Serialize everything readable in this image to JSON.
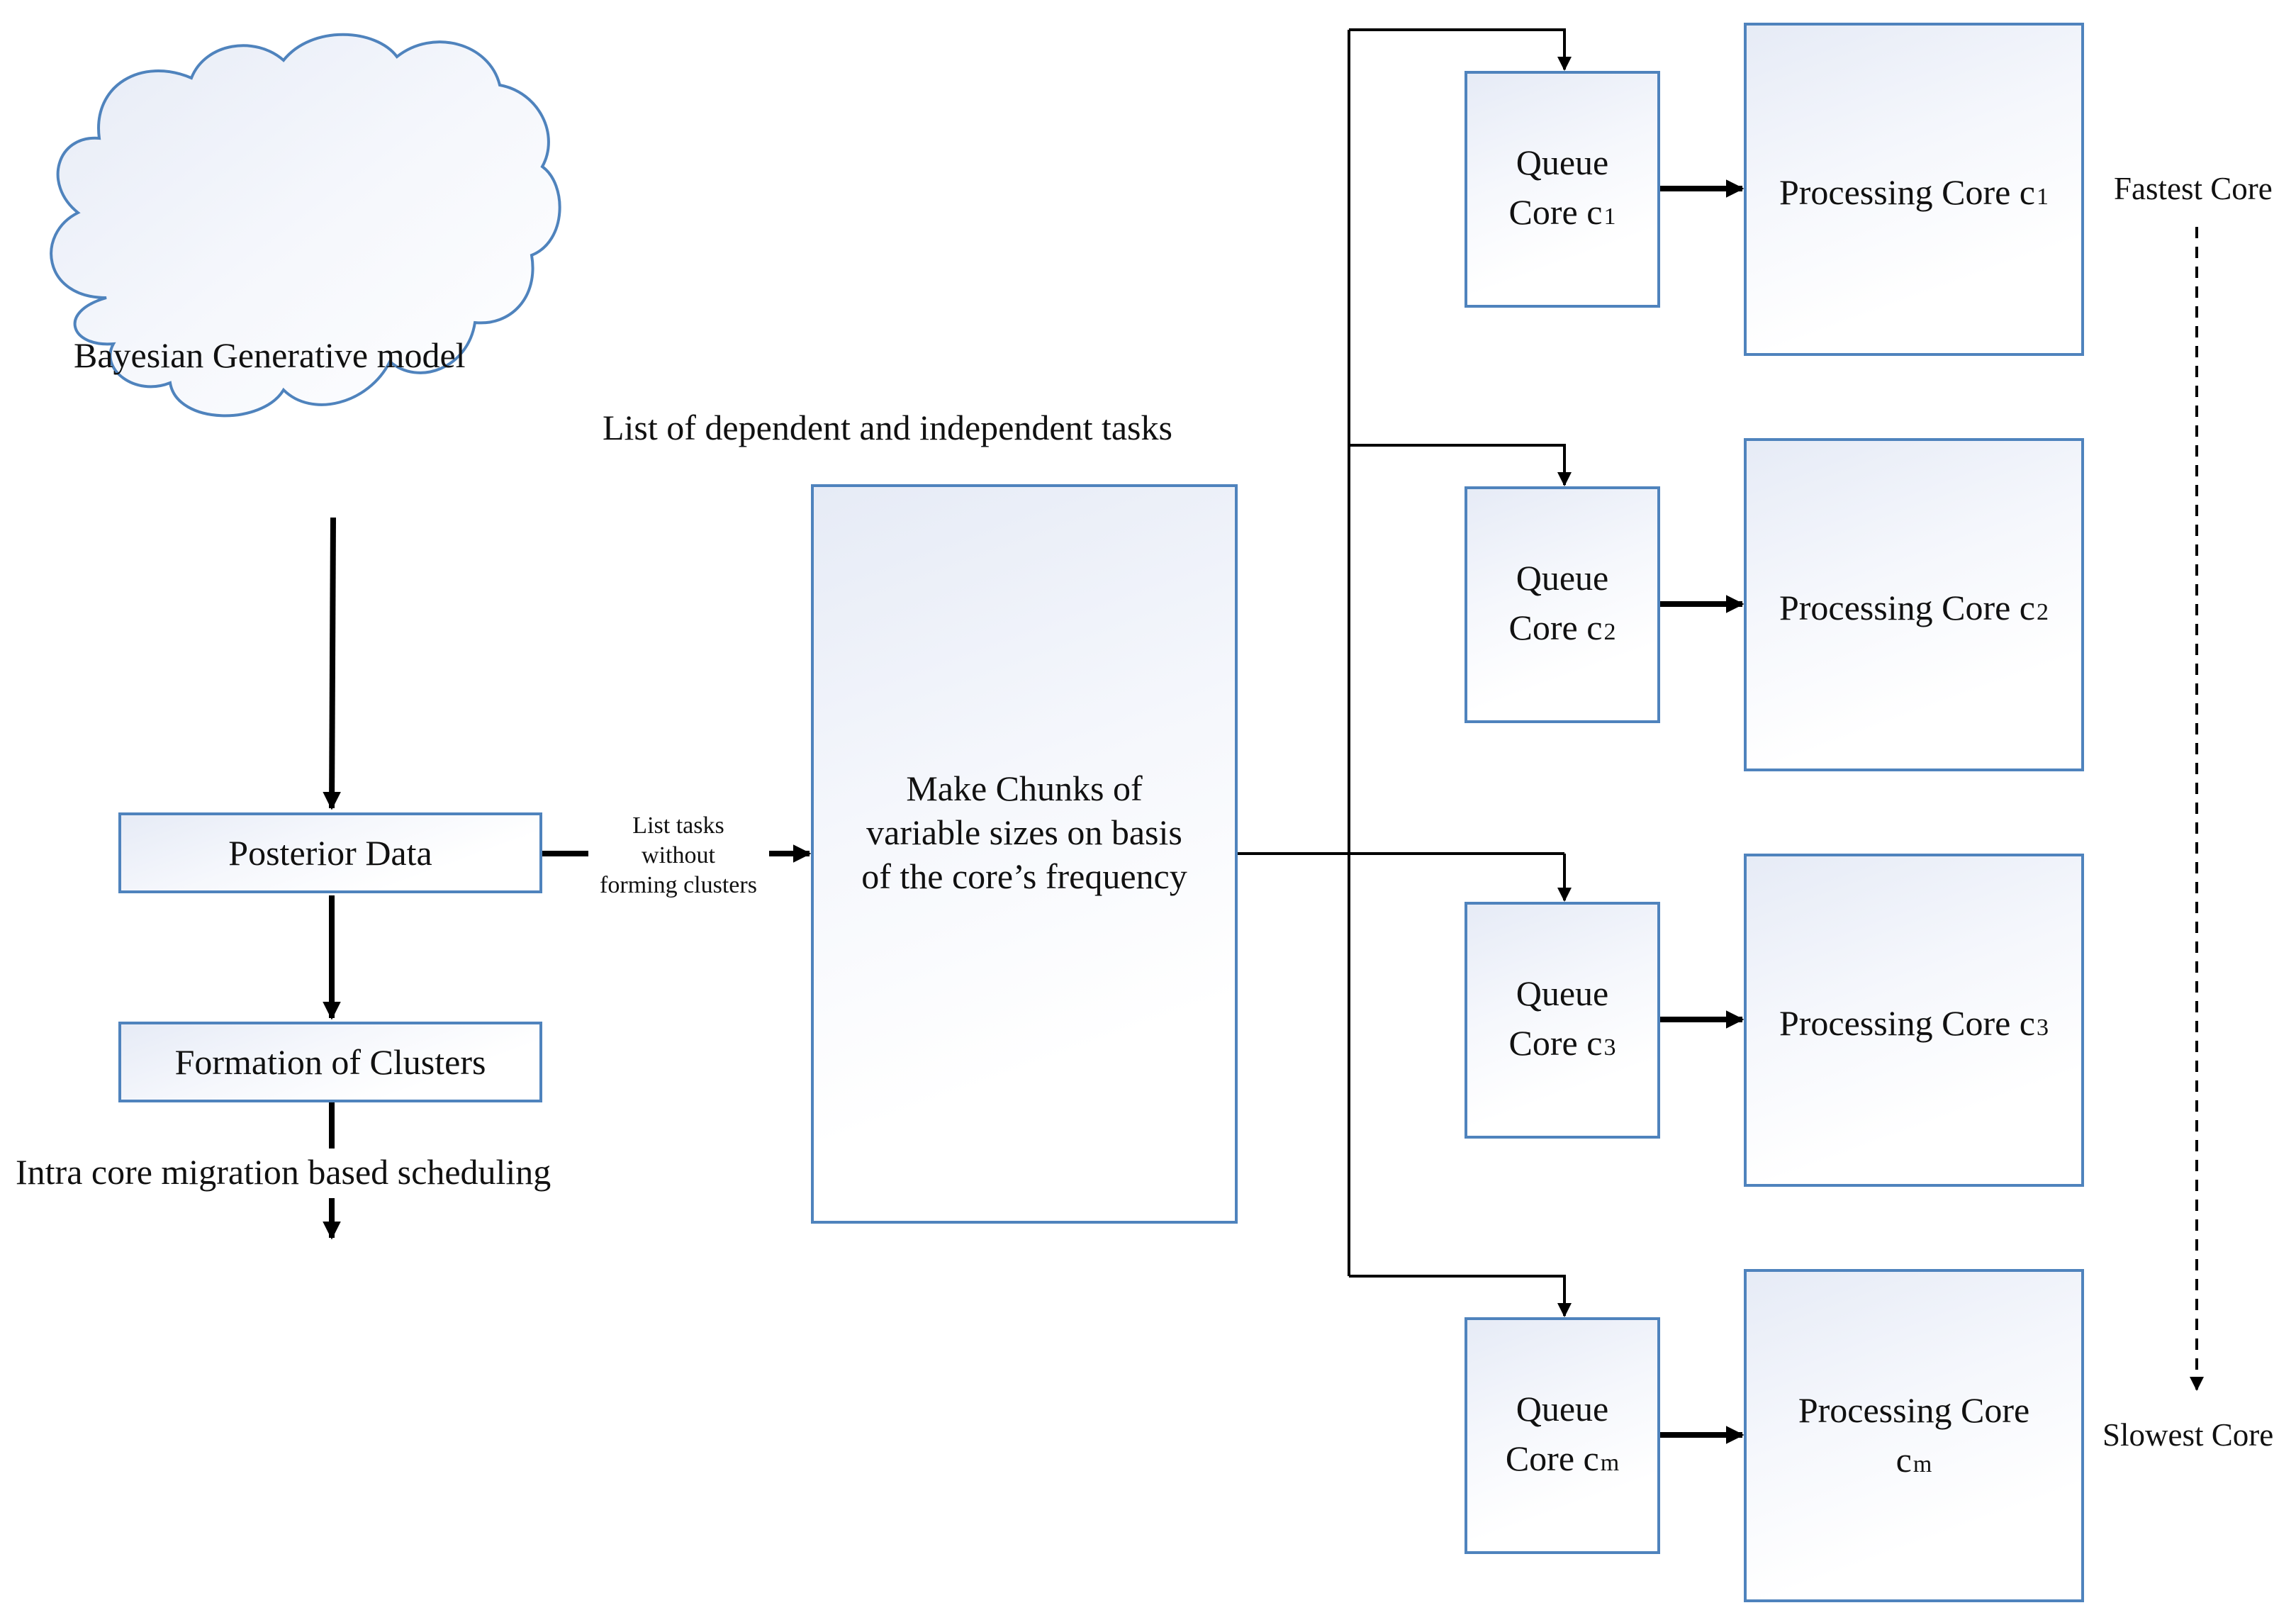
{
  "cloud": {
    "label": "Bayesian Generative model"
  },
  "posterior": {
    "label": "Posterior Data"
  },
  "clusters": {
    "label": "Formation of Clusters"
  },
  "intra_core": {
    "label": "Intra core migration based scheduling"
  },
  "task_list": {
    "label": "List of dependent and independent tasks"
  },
  "edge_label": {
    "line1": "List tasks",
    "line2": "without",
    "line3": "forming clusters"
  },
  "chunks": {
    "line1": "Make Chunks of",
    "line2": "variable sizes on basis",
    "line3": "of the core’s frequency"
  },
  "queues": [
    {
      "line1": "Queue",
      "line2": "Core c",
      "sub": "1"
    },
    {
      "line1": "Queue",
      "line2": "Core c",
      "sub": "2"
    },
    {
      "line1": "Queue",
      "line2": "Core c",
      "sub": "3"
    },
    {
      "line1": "Queue",
      "line2": "Core c",
      "sub": "m"
    }
  ],
  "processors": [
    {
      "label": "Processing Core c",
      "sub": "1"
    },
    {
      "label": "Processing Core c",
      "sub": "2"
    },
    {
      "label": "Processing Core c",
      "sub": "3"
    },
    {
      "line1": "Processing Core",
      "line2": "c",
      "sub": "m"
    }
  ],
  "speed": {
    "fastest": "Fastest Core",
    "slowest": "Slowest Core"
  },
  "colors": {
    "box_border": "#4f83bd",
    "arrow": "#000000"
  }
}
